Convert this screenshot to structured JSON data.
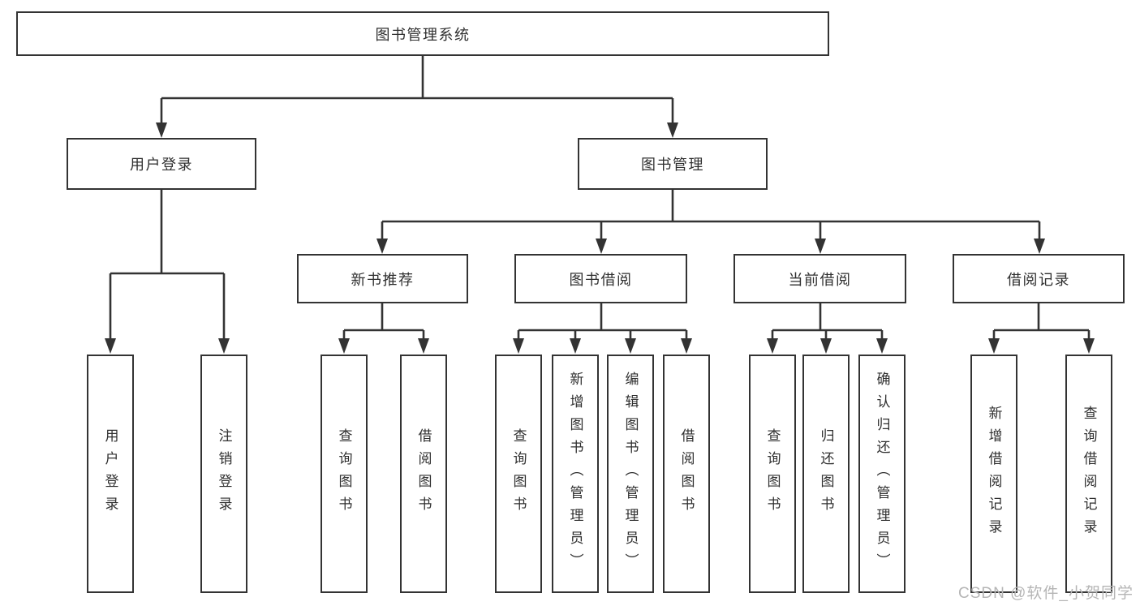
{
  "tree": {
    "root": {
      "label": "图书管理系统"
    },
    "branches": [
      {
        "label": "用户登录",
        "children": [
          {
            "label": "用户登录"
          },
          {
            "label": "注销登录"
          }
        ]
      },
      {
        "label": "图书管理",
        "children": [
          {
            "label": "新书推荐",
            "children": [
              {
                "label": "查询图书"
              },
              {
                "label": "借阅图书"
              }
            ]
          },
          {
            "label": "图书借阅",
            "children": [
              {
                "label": "查询图书"
              },
              {
                "label": "新增图书（管理员）"
              },
              {
                "label": "编辑图书（管理员）"
              },
              {
                "label": "借阅图书"
              }
            ]
          },
          {
            "label": "当前借阅",
            "children": [
              {
                "label": "查询图书"
              },
              {
                "label": "归还图书"
              },
              {
                "label": "确认归还（管理员）"
              }
            ]
          },
          {
            "label": "借阅记录",
            "children": [
              {
                "label": "新增借阅记录"
              },
              {
                "label": "查询借阅记录"
              }
            ]
          }
        ]
      }
    ]
  },
  "watermark": {
    "text": "CSDN @软件_小贺同学"
  },
  "colors": {
    "line": "#333333",
    "text": "#2f2f2f",
    "watermark": "#b5b5b5",
    "background": "#ffffff"
  }
}
